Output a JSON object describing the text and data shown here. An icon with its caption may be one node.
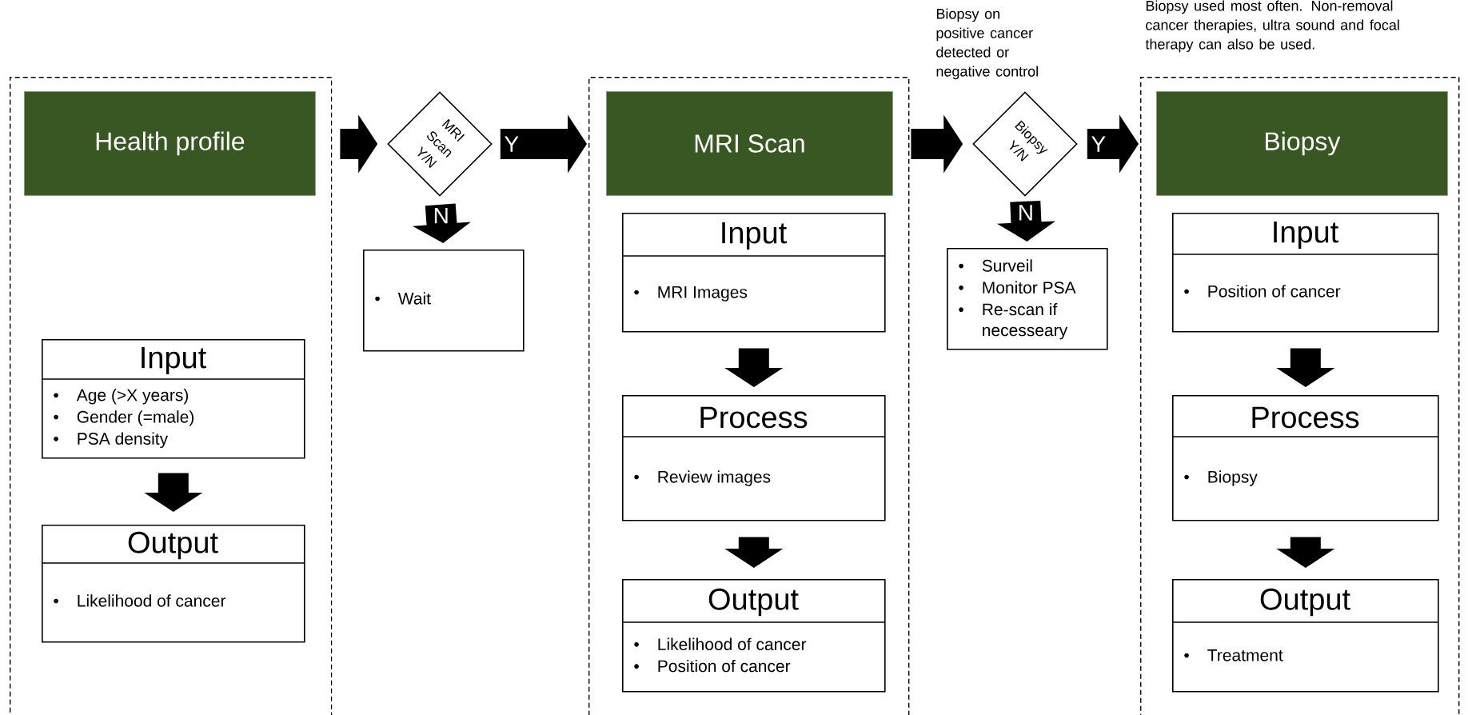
{
  "diagram": {
    "nodes": [
      {
        "text": [],
        "shape": "box"
      },
      {
        "text": [
          "Health profile"
        ],
        "in": 0
      },
      {
        "text": [
          "Input",
          "Age (>X years)",
          "Gender (=male)",
          "PSA density"
        ],
        "in": 0
      },
      {
        "text": [
          "Output",
          "Likelihood of cancer"
        ],
        "in": 0
      },
      {
        "text": [
          "MRI Scan Y/N"
        ]
      },
      {
        "text": [
          "Wait"
        ]
      },
      {
        "text": [],
        "shape": "box"
      },
      {
        "text": [
          "MRI Scan"
        ],
        "in": 6
      },
      {
        "text": [
          "Input",
          "MRI Images"
        ],
        "in": 6
      },
      {
        "text": [
          "Process",
          "Review images"
        ],
        "in": 6
      },
      {
        "text": [
          "Output",
          "Likelihood of cancer",
          "Position of cancer"
        ],
        "in": 6
      },
      {
        "text": [
          "Biopsy Y/N"
        ],
        "beside": [
          "Biopsy on positive cancer detected or negative control"
        ]
      },
      {
        "text": [
          "Surveil",
          "Monitor PSA",
          "Re-scan if necesseary"
        ]
      },
      {
        "text": [],
        "shape": "box",
        "beside": [
          "Biopsy used most often. Non-removal cancer therapies, ultra sound and focal therapy can also be used."
        ]
      },
      {
        "text": [
          "Biopsy"
        ],
        "in": 13
      },
      {
        "text": [
          "Input",
          "Position of cancer"
        ],
        "in": 13
      },
      {
        "text": [
          "Process",
          "Biopsy"
        ],
        "in": 13
      },
      {
        "text": [
          "Output",
          "Treatment"
        ],
        "in": 13
      }
    ],
    "edges": [
      {
        "from": 0,
        "to": 4,
        "arrow": "to"
      },
      {
        "from": 4,
        "to": 6,
        "arrow": "to",
        "label": "Y"
      },
      {
        "from": 4,
        "to": 5,
        "arrow": "to",
        "label": "N"
      },
      {
        "from": 2,
        "to": 3,
        "arrow": "to"
      },
      {
        "from": 6,
        "to": 11,
        "arrow": "to"
      },
      {
        "from": 11,
        "to": 13,
        "arrow": "to",
        "label": "Y"
      },
      {
        "from": 11,
        "to": 12,
        "arrow": "to",
        "label": "N"
      },
      {
        "from": 8,
        "to": 9,
        "arrow": "to"
      },
      {
        "from": 9,
        "to": 10,
        "arrow": "to"
      },
      {
        "from": 15,
        "to": 16,
        "arrow": "to"
      },
      {
        "from": 16,
        "to": 17,
        "arrow": "to"
      }
    ],
    "labels": [
      "•",
      "•",
      "•",
      "•",
      "•",
      "•",
      "•",
      "•",
      "•",
      "•",
      "•",
      "•",
      "•",
      "•",
      "•"
    ]
  }
}
